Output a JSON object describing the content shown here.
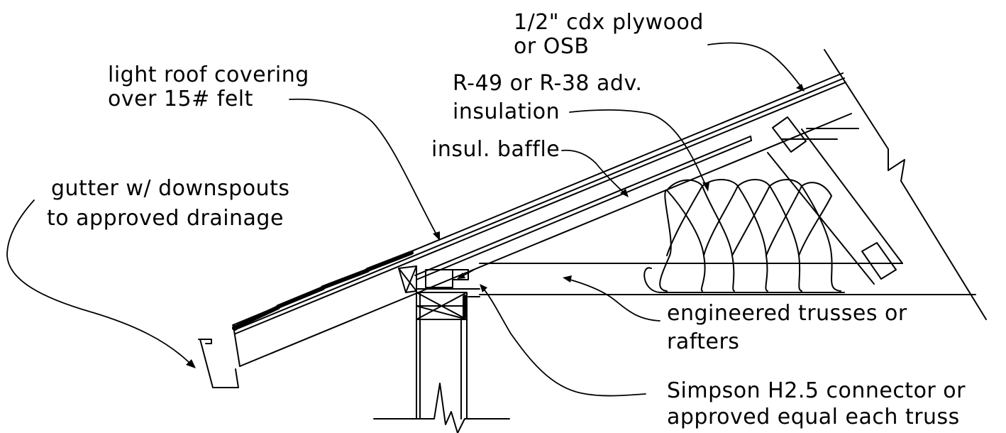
{
  "labels": {
    "plywood": [
      "1/2\" cdx plywood",
      "or OSB"
    ],
    "insulation": [
      "R-49 or R-38 adv.",
      "insulation"
    ],
    "roof_covering": [
      "light roof covering",
      "over 15# felt"
    ],
    "baffle": [
      "insul. baffle"
    ],
    "gutter": [
      "gutter w/ downspouts",
      "to approved drainage"
    ],
    "trusses": [
      "engineered trusses or",
      "rafters"
    ],
    "connector": [
      "Simpson H2.5 connector or",
      "approved equal each truss"
    ]
  }
}
